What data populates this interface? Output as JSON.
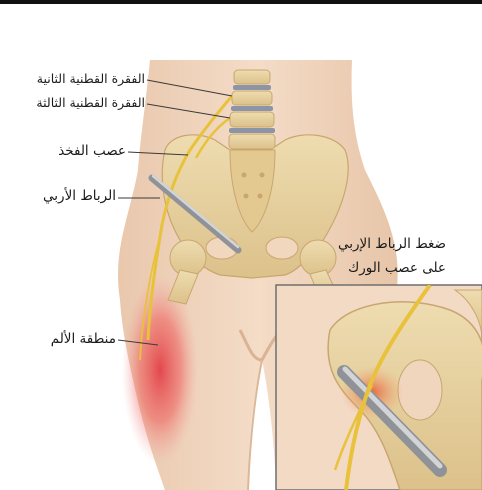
{
  "labels": {
    "vertebra_l2": "الفقرة القطنية الثانية",
    "vertebra_l3": "الفقرة القطنية الثالثة",
    "thigh_nerve": "عصب الفخذ",
    "inguinal_ligament": "الرباط الأربي",
    "pain_area": "منطقة الألم"
  },
  "inset": {
    "caption_line1": "ضغط الرباط الإربي",
    "caption_line2": "على عصب الورك"
  },
  "colors": {
    "skin": "#f1d5be",
    "bone": "#e6cf9c",
    "disc": "#8c95a6",
    "nerve": "#e8c23a",
    "ligament": "#a9acb2",
    "pain": "#e0303a",
    "leader": "#3a3a3a"
  }
}
